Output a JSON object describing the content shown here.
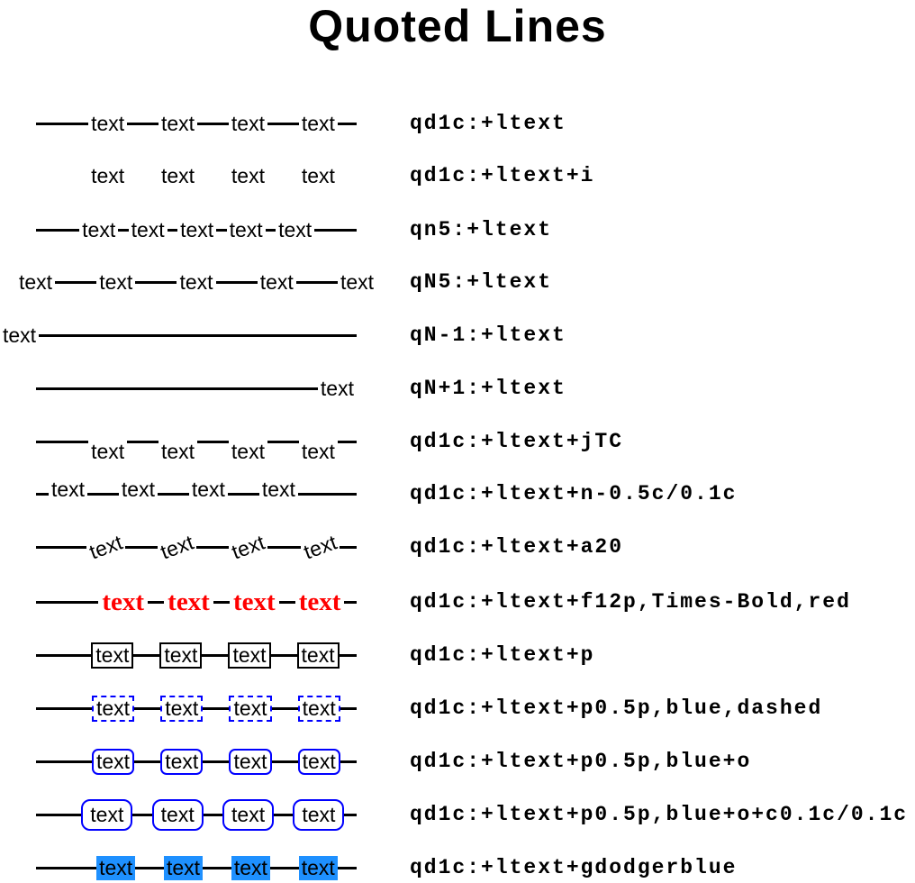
{
  "title": "Quoted Lines",
  "label_text": "text",
  "colors": {
    "line": "#000000",
    "red_label": "#ff0000",
    "blue_box": "#0000ff",
    "dodgerblue_fill": "#1e90ff"
  },
  "rows": [
    {
      "code": "qd1c:+ltext"
    },
    {
      "code": "qd1c:+ltext+i"
    },
    {
      "code": "qn5:+ltext"
    },
    {
      "code": "qN5:+ltext"
    },
    {
      "code": "qN-1:+ltext"
    },
    {
      "code": "qN+1:+ltext"
    },
    {
      "code": "qd1c:+ltext+jTC"
    },
    {
      "code": "qd1c:+ltext+n-0.5c/0.1c"
    },
    {
      "code": "qd1c:+ltext+a20"
    },
    {
      "code": "qd1c:+ltext+f12p,Times-Bold,red"
    },
    {
      "code": "qd1c:+ltext+p"
    },
    {
      "code": "qd1c:+ltext+p0.5p,blue,dashed"
    },
    {
      "code": "qd1c:+ltext+p0.5p,blue+o"
    },
    {
      "code": "qd1c:+ltext+p0.5p,blue+o+c0.1c/0.1c"
    },
    {
      "code": "qd1c:+ltext+gdodgerblue"
    }
  ]
}
